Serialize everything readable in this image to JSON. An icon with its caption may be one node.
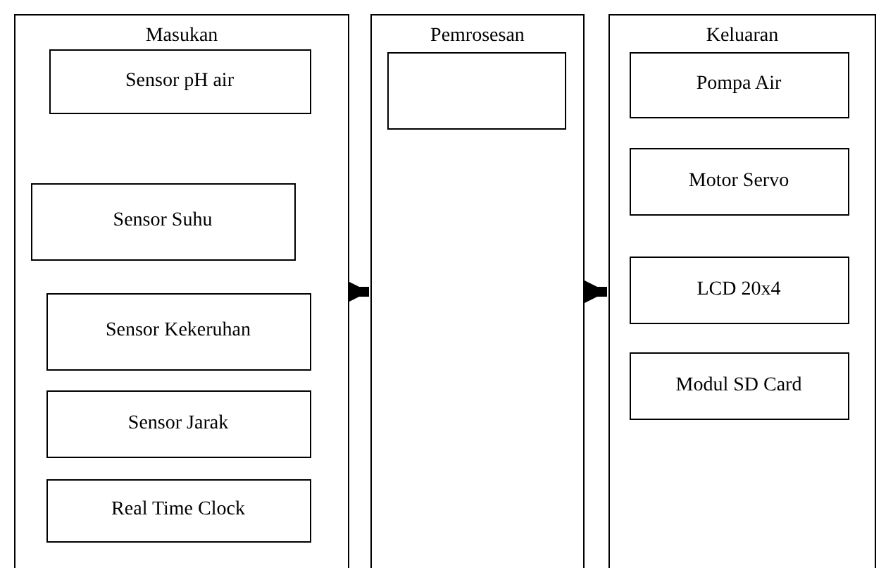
{
  "diagram": {
    "nodes": [
      {
        "text": [
          "Masukan"
        ]
      },
      {
        "text": [
          "Sensor pH air"
        ],
        "in": 0
      },
      {
        "text": [
          "Sensor Suhu"
        ],
        "in": 0
      },
      {
        "text": [
          "Sensor Kekeruhan"
        ],
        "in": 0
      },
      {
        "text": [
          "Sensor Jarak"
        ],
        "in": 0
      },
      {
        "text": [
          "Real Time Clock"
        ],
        "in": 0
      },
      {
        "text": [
          "Pemrosesan"
        ]
      },
      {
        "text": [],
        "shape": "box",
        "in": 6
      },
      {
        "text": [
          "Keluaran"
        ]
      },
      {
        "text": [
          "Pompa Air"
        ],
        "in": 8
      },
      {
        "text": [
          "Motor Servo"
        ],
        "in": 8
      },
      {
        "text": [
          "LCD 20x4"
        ],
        "in": 8
      },
      {
        "text": [
          "Modul SD Card"
        ],
        "in": 8
      }
    ],
    "edges": [
      {
        "from": 0,
        "to": 6,
        "arrow": "to"
      },
      {
        "from": 6,
        "to": 8,
        "arrow": "to"
      }
    ]
  }
}
